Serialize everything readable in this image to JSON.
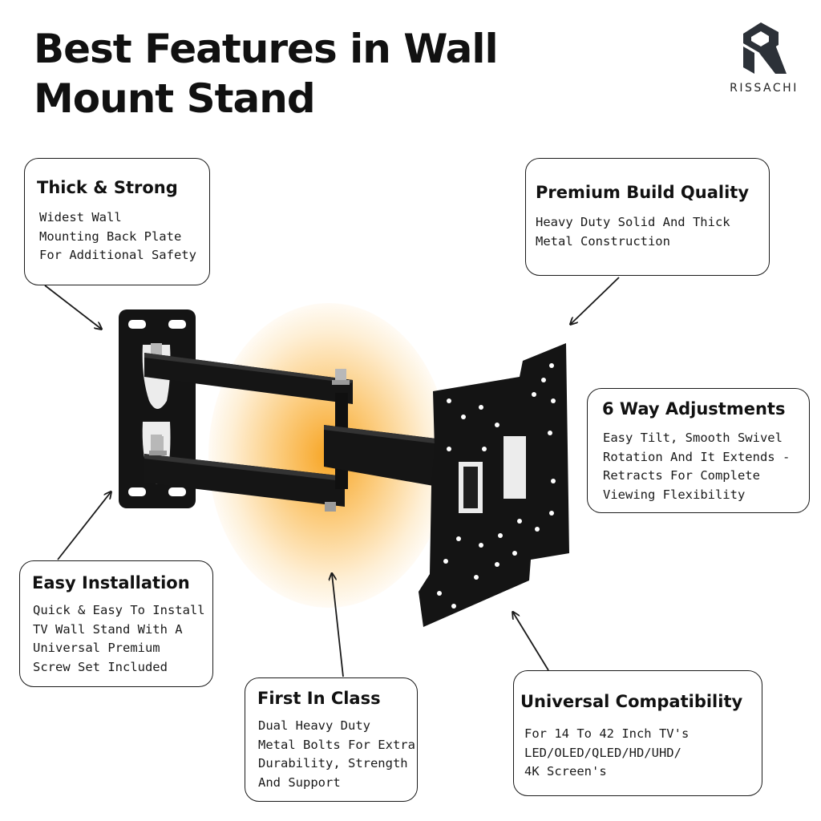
{
  "header": {
    "title_line1": "Best Features in Wall",
    "title_line2": "Mount Stand"
  },
  "brand": {
    "name": "RISSACHI",
    "logo_icon": "rissachi-logo-icon"
  },
  "callouts": {
    "thick_strong": {
      "title": "Thick & Strong",
      "lines": [
        "Widest Wall",
        "Mounting Back Plate",
        "For Additional Safety"
      ]
    },
    "premium_build": {
      "title": "Premium Build Quality",
      "lines": [
        "Heavy Duty Solid And Thick",
        "Metal Construction"
      ]
    },
    "six_way": {
      "title": "6 Way Adjustments",
      "lines": [
        "Easy Tilt, Smooth Swivel",
        "Rotation And It Extends -",
        "Retracts For Complete",
        "Viewing Flexibility"
      ]
    },
    "easy_install": {
      "title": "Easy Installation",
      "lines": [
        "Quick & Easy To Install",
        "TV Wall Stand With A",
        "Universal Premium",
        "Screw Set Included"
      ]
    },
    "first_class": {
      "title": "First In Class",
      "lines": [
        "Dual Heavy Duty",
        "Metal Bolts For Extra",
        "Durability, Strength",
        "And Support"
      ]
    },
    "universal": {
      "title": "Universal Compatibility",
      "lines": [
        "For 14 To 42 Inch TV's",
        "LED/OLED/QLED/HD/UHD/",
        "4K Screen's"
      ]
    }
  },
  "colors": {
    "glow": "#f7a018",
    "mount_metal": "#141414",
    "bolt": "#b8b8b8",
    "callout_border": "#1a1a1a",
    "text": "#111111"
  }
}
